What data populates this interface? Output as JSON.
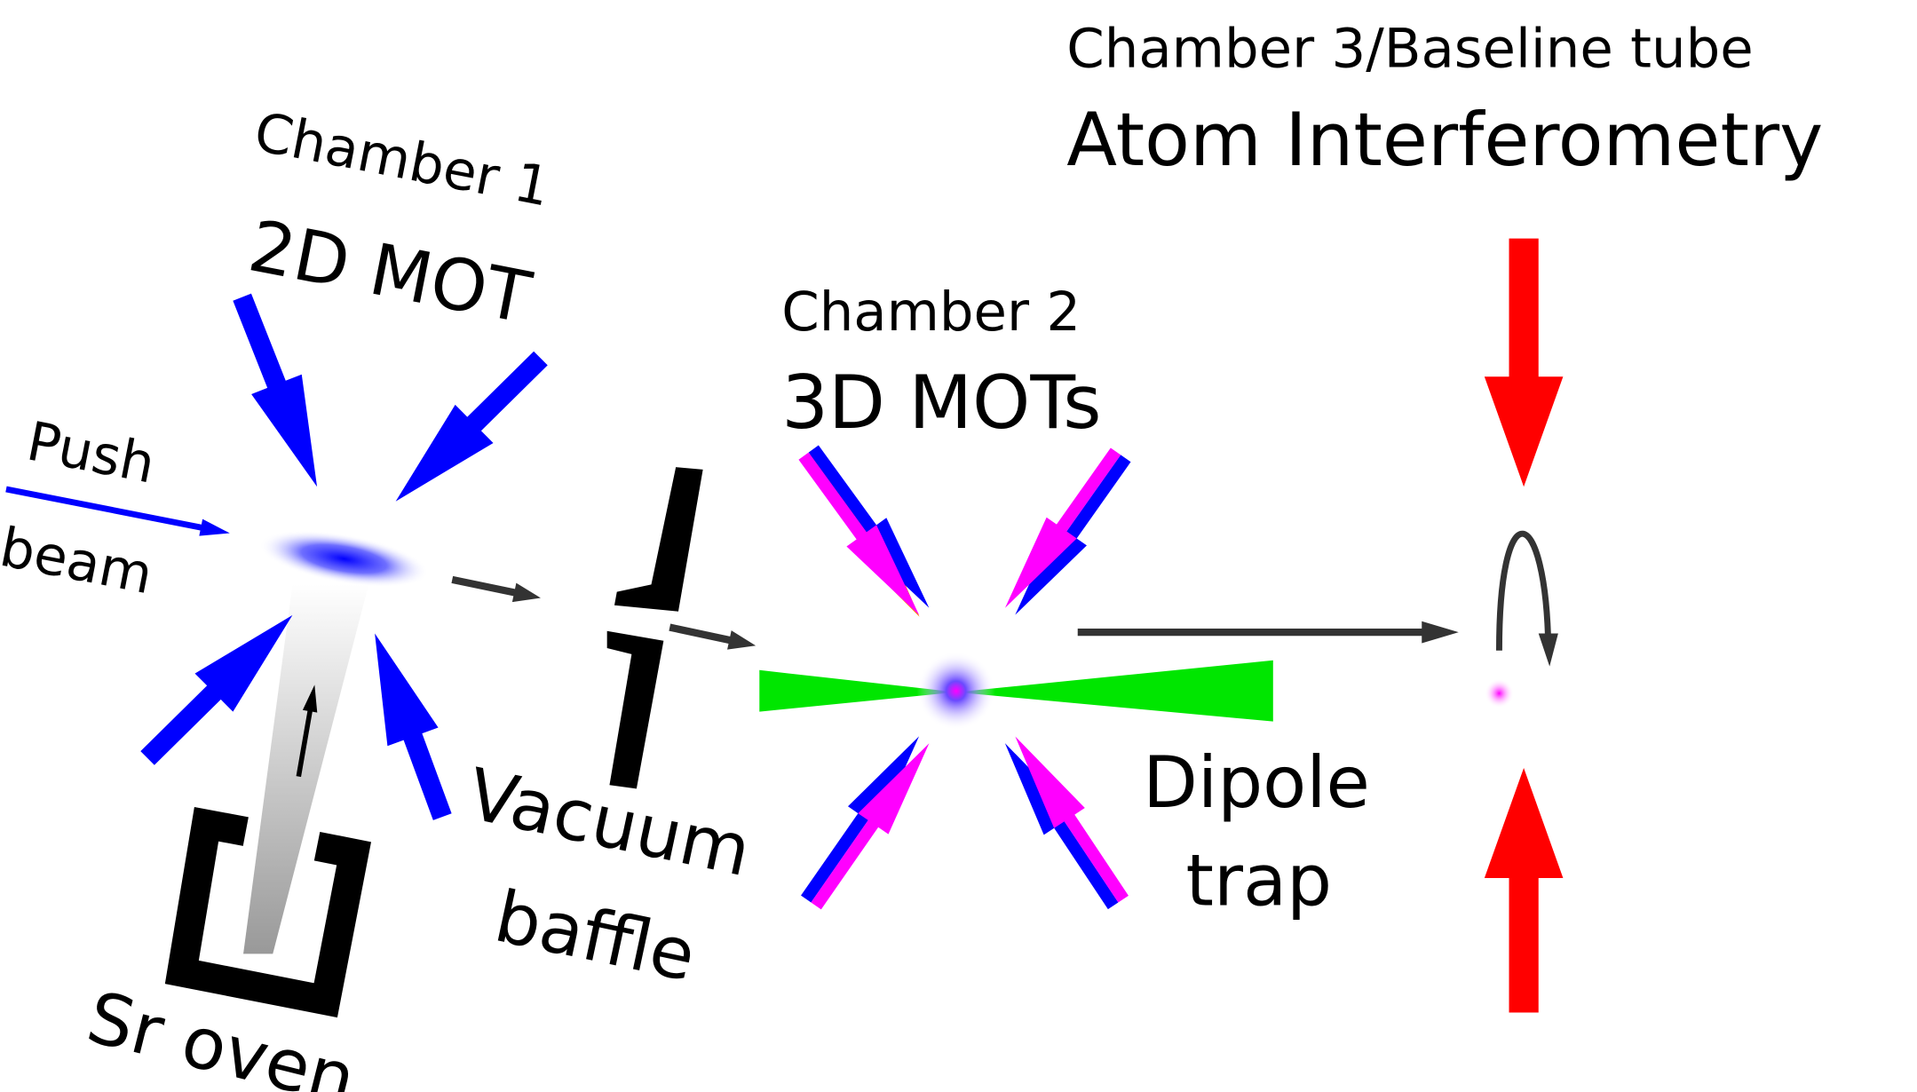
{
  "labels": {
    "chamber3": "Chamber 3/Baseline tube",
    "atom_interferometry": "Atom Interferometry",
    "chamber1": "Chamber 1",
    "mot2d": "2D MOT",
    "chamber2": "Chamber 2",
    "mot3d": "3D MOTs",
    "push": "Push",
    "beam": "beam",
    "vacuum": "Vacuum",
    "baffle": "baffle",
    "sr_oven": "Sr oven",
    "dipole": "Dipole",
    "trap": "trap"
  },
  "colors": {
    "mot_blue": "#0000ff",
    "magenta": "#ff00ff",
    "orange": "#ff8000",
    "dipole_green": "#00e600",
    "interferometry_red": "#ff0000",
    "flow_gray": "#333333"
  }
}
